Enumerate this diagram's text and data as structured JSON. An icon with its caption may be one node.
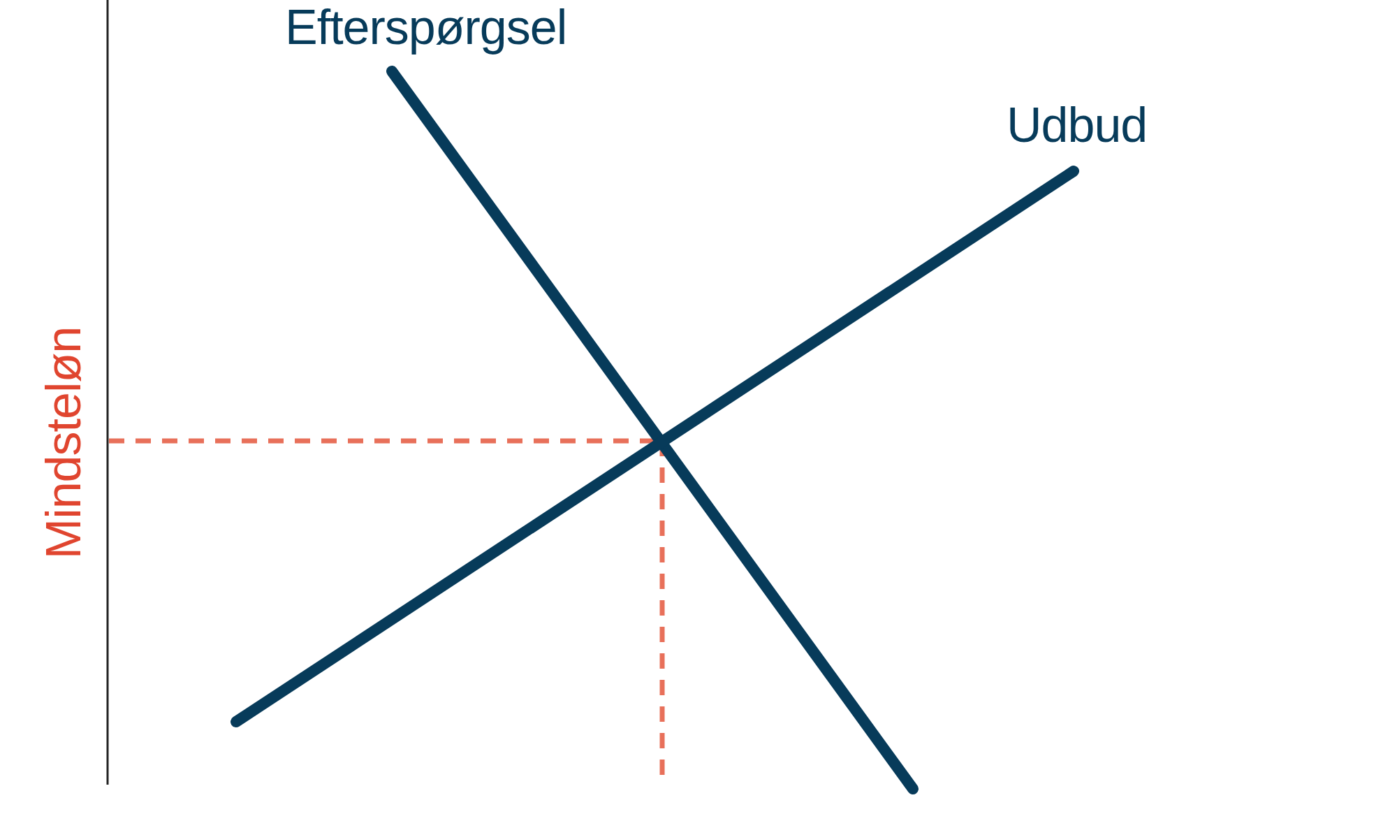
{
  "diagram": {
    "labels": [
      "Efterspørgsel",
      "Udbud",
      "Mindsteløn"
    ]
  }
}
